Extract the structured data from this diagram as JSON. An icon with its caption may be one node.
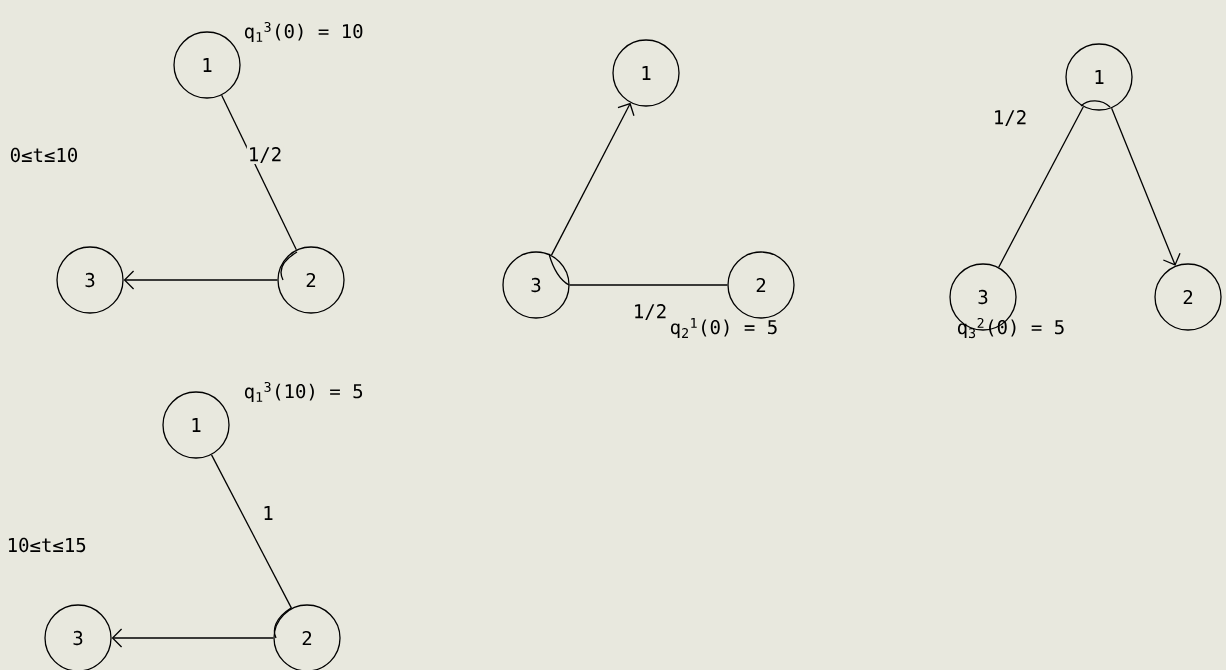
{
  "diagram": {
    "nodes": [
      {
        "text": [
          "1"
        ],
        "beside": [
          "q$_{1}$$^{3}$(0) = 10"
        ]
      },
      {
        "text": [
          "2"
        ]
      },
      {
        "text": [
          "3"
        ]
      },
      {
        "text": [
          "1"
        ]
      },
      {
        "text": [
          "2"
        ],
        "beside": [
          "q$_{2}$$^{1}$(0) = 5"
        ]
      },
      {
        "text": [
          "3"
        ]
      },
      {
        "text": [
          "1"
        ]
      },
      {
        "text": [
          "2"
        ]
      },
      {
        "text": [
          "3"
        ],
        "beside": [
          "q$_{3}$$^{2}$(0) = 5"
        ]
      },
      {
        "text": [
          "1"
        ],
        "beside": [
          "q$_{1}$$^{3}$(10) = 5"
        ]
      },
      {
        "text": [
          "2"
        ]
      },
      {
        "text": [
          "3"
        ]
      }
    ],
    "edges": [
      {
        "from": 0,
        "to": 1,
        "arrow": "none",
        "label": "1/2"
      },
      {
        "from": 1,
        "to": 2,
        "arrow": "to"
      },
      {
        "from": 5,
        "to": 3,
        "arrow": "to"
      },
      {
        "from": 5,
        "to": 4,
        "arrow": "none",
        "label": "1/2"
      },
      {
        "from": 8,
        "to": 6,
        "arrow": "none",
        "label": "1/2"
      },
      {
        "from": 6,
        "to": 7,
        "arrow": "to"
      },
      {
        "from": 9,
        "to": 10,
        "arrow": "none",
        "label": "1"
      },
      {
        "from": 10,
        "to": 11,
        "arrow": "to"
      }
    ],
    "labels": [
      "0≤t≤10",
      "10≤t≤15"
    ]
  }
}
